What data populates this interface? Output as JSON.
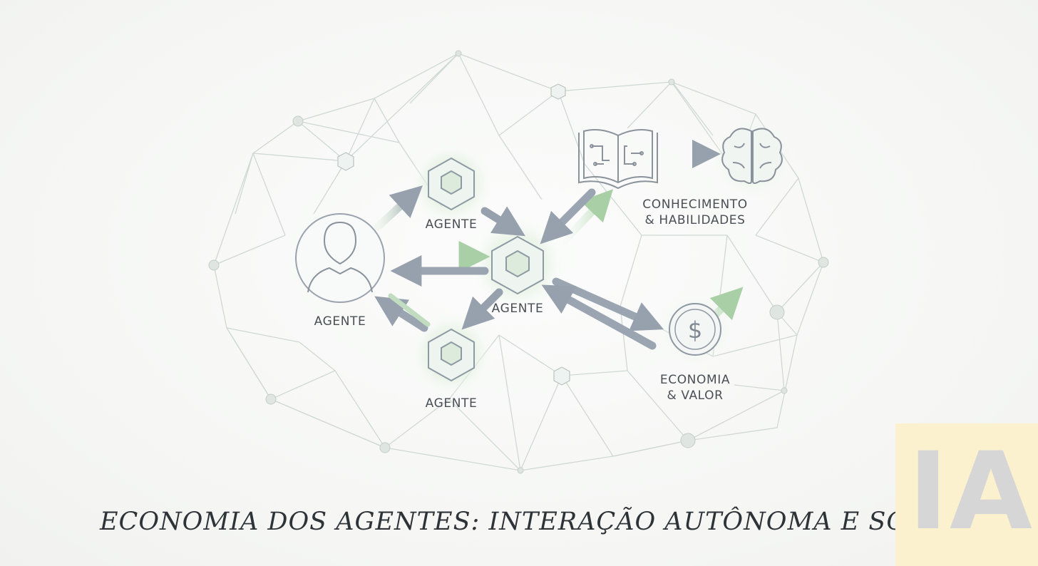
{
  "title": "Economia dos Agentes: Interação Autônoma e Sofisticada",
  "nodes": {
    "agent_person": {
      "label": "AGENTE",
      "icon": "person-icon"
    },
    "agent_top": {
      "label": "AGENTE",
      "icon": "hexagon-agent-icon"
    },
    "agent_center": {
      "label": "AGENTE",
      "icon": "hexagon-agent-icon"
    },
    "agent_bottom": {
      "label": "AGENTE",
      "icon": "hexagon-agent-icon"
    },
    "knowledge": {
      "label_line1": "CONHECIMENTO",
      "label_line2": "& HABILIDADES",
      "icons": [
        "book-circuit-icon",
        "brain-icon"
      ]
    },
    "economy": {
      "label_line1": "ECONOMIA",
      "label_line2": "& VALOR",
      "icon": "dollar-coin-icon"
    }
  },
  "badge": {
    "text": "IA"
  },
  "colors": {
    "network_line": "#c9d3cf",
    "arrow": "#9aa4b2",
    "glow": "#cfe8cf",
    "icon_stroke": "#8a929c",
    "badge_bg": "#fbf1cf"
  }
}
